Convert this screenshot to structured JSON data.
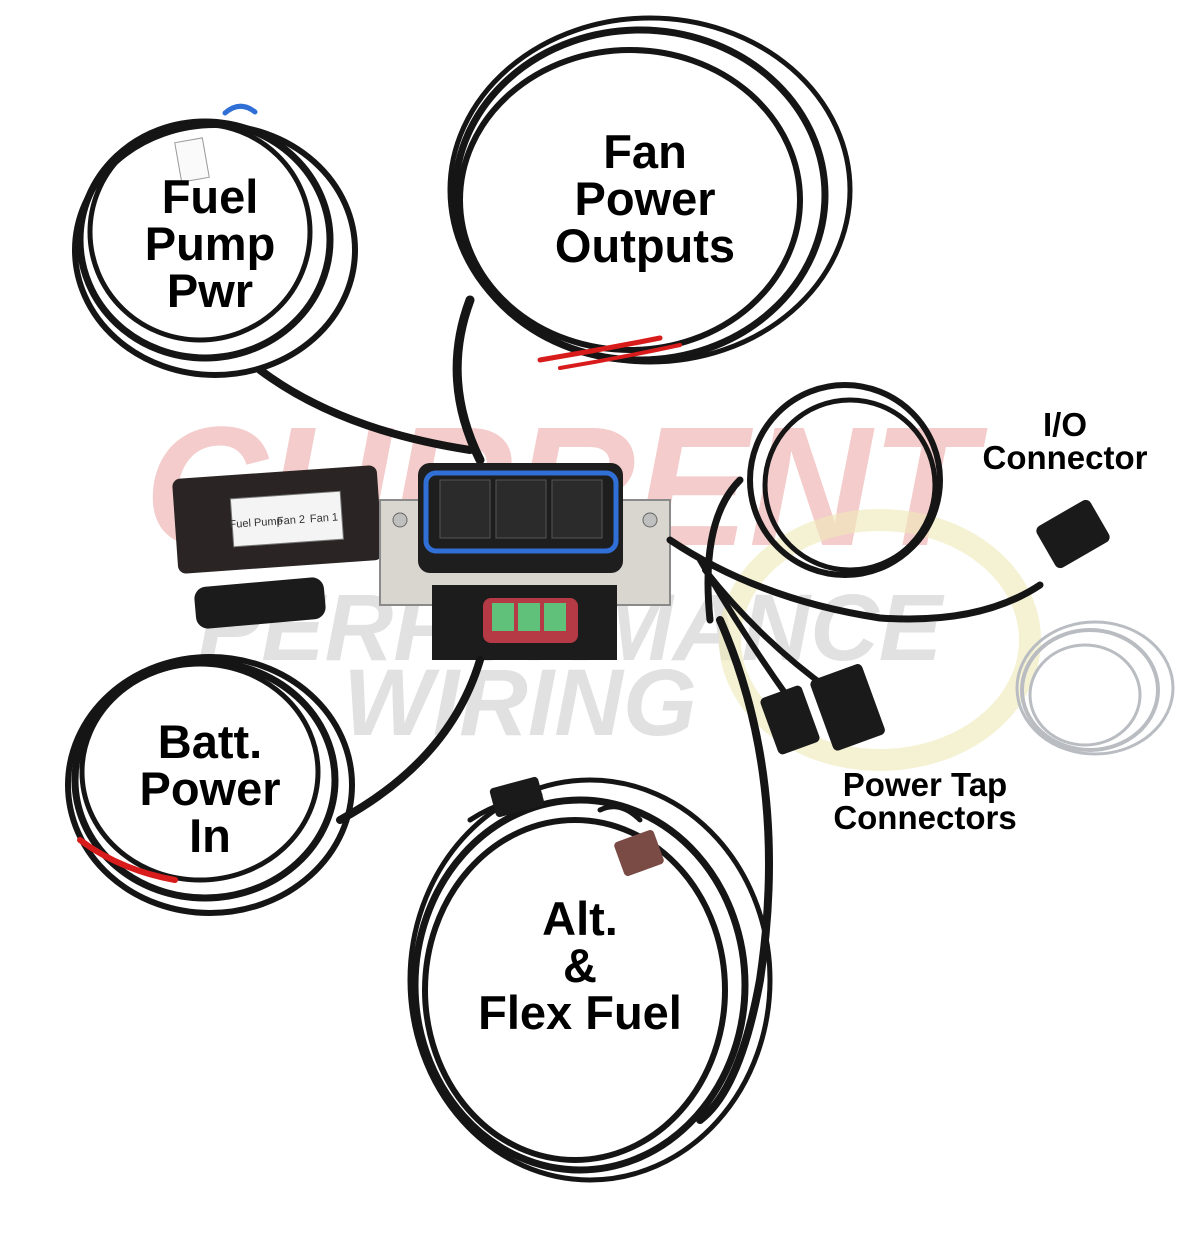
{
  "labels": {
    "fuel_pump": [
      "Fuel",
      "Pump",
      "Pwr"
    ],
    "fan_power": [
      "Fan",
      "Power",
      "Outputs"
    ],
    "io_connector": [
      "I/O",
      "Connector"
    ],
    "power_tap": [
      "Power Tap",
      "Connectors"
    ],
    "batt_power": [
      "Batt.",
      "Power",
      "In"
    ],
    "alt_flex": [
      "Alt.",
      "&",
      "Flex Fuel"
    ]
  },
  "watermark": [
    "CURRENT",
    "PERFORMANCE",
    "WIRING"
  ],
  "relay_cover_labels": [
    "Fuel Pump",
    "Fan 2",
    "Fan 1"
  ],
  "colors": {
    "wire_sleeve": "#151515",
    "watermark_red": "#f3c4c4",
    "watermark_gray": "#dedede",
    "relay_seal_blue": "#2f6fd6",
    "fuse_green": "#5fc17a",
    "red_lead": "#d81b1b",
    "silver_lead": "#b9bdc2"
  }
}
